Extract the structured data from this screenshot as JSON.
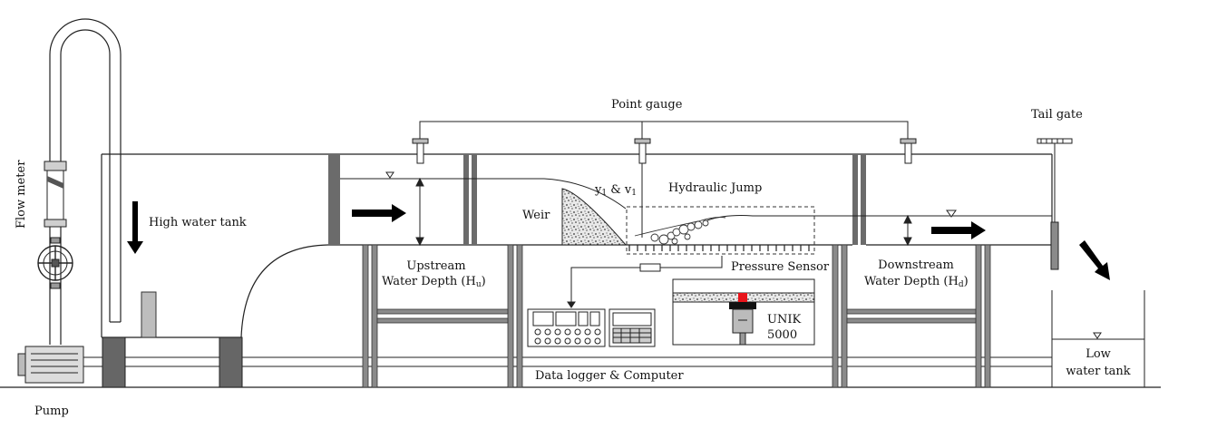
{
  "labels": {
    "point_gauge": "Point gauge",
    "tail_gate": "Tail gate",
    "flow_meter": "Flow meter",
    "high_water_tank": "High water tank",
    "weir": "Weir",
    "y1v1_y": "y",
    "y1v1_sub1": "1",
    "y1v1_mid": " & v",
    "y1v1_sub2": "1",
    "hydraulic_jump": "Hydraulic Jump",
    "upstream_line1": "Upstream",
    "upstream_line2_pre": "Water Depth (H",
    "upstream_sub": "u",
    "upstream_close": ")",
    "pressure_sensor": "Pressure Sensor",
    "downstream_line1": "Downstream",
    "downstream_line2_pre": "Water Depth (H",
    "downstream_sub": "d",
    "downstream_close": ")",
    "unik_line1": "UNIK",
    "unik_line2": "5000",
    "data_logger": "Data logger & Computer",
    "low_tank_line1": "Low",
    "low_tank_line2": "water tank",
    "pump": "Pump"
  },
  "colors": {
    "line": "#222222",
    "pillar": "#6b6b6b",
    "column": "#8a8a8a",
    "sensor": "#e8141b",
    "arrow": "#000000"
  },
  "icons": {
    "water_surface": "inverted-triangle-icon",
    "flow": "arrow-icon",
    "valve": "valve-icon"
  }
}
